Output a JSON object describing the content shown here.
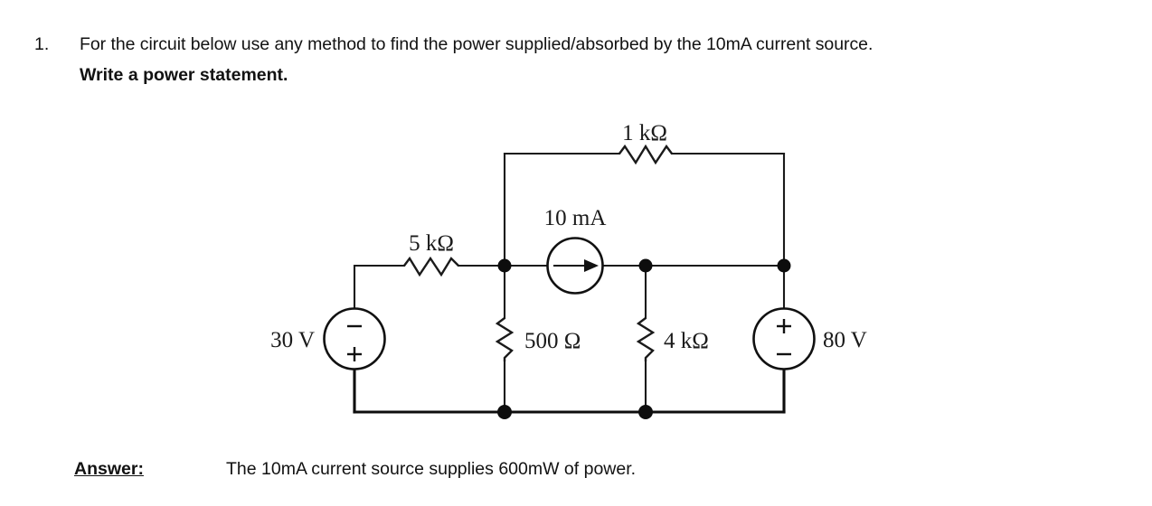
{
  "question": {
    "number": "1.",
    "line1": "For the circuit below use any method to find the power supplied/absorbed by the 10mA current source.",
    "line2": "Write a power statement."
  },
  "answer": {
    "label": "Answer:",
    "text": "The 10mA current source supplies 600mW of power."
  },
  "circuit": {
    "labels": {
      "r_top": "1 kΩ",
      "r_left": "5 kΩ",
      "r_mid": "500 Ω",
      "r_right": "4 kΩ",
      "current_source": "10 mA",
      "v_left": "30 V",
      "v_right": "80 V"
    },
    "components": [
      {
        "id": "r-1k",
        "type": "resistor",
        "value": "1 kΩ",
        "orientation": "horizontal",
        "branch": "top"
      },
      {
        "id": "r-5k",
        "type": "resistor",
        "value": "5 kΩ",
        "orientation": "horizontal",
        "branch": "middle-left"
      },
      {
        "id": "r-500",
        "type": "resistor",
        "value": "500 Ω",
        "orientation": "vertical",
        "branch": "center"
      },
      {
        "id": "r-4k",
        "type": "resistor",
        "value": "4 kΩ",
        "orientation": "vertical",
        "branch": "right-center"
      },
      {
        "id": "i-10ma",
        "type": "current-source",
        "value": "10 mA",
        "direction": "right",
        "branch": "middle"
      },
      {
        "id": "v-30",
        "type": "voltage-source",
        "value": "30 V",
        "polarity_top": "−",
        "polarity_bottom": "+"
      },
      {
        "id": "v-80",
        "type": "voltage-source",
        "value": "80 V",
        "polarity_top": "+",
        "polarity_bottom": "−"
      }
    ],
    "signs": {
      "minus": "−",
      "plus": "+"
    },
    "colors": {
      "wire": "#1a1a1a",
      "text": "#121212",
      "background": "#ffffff"
    }
  }
}
